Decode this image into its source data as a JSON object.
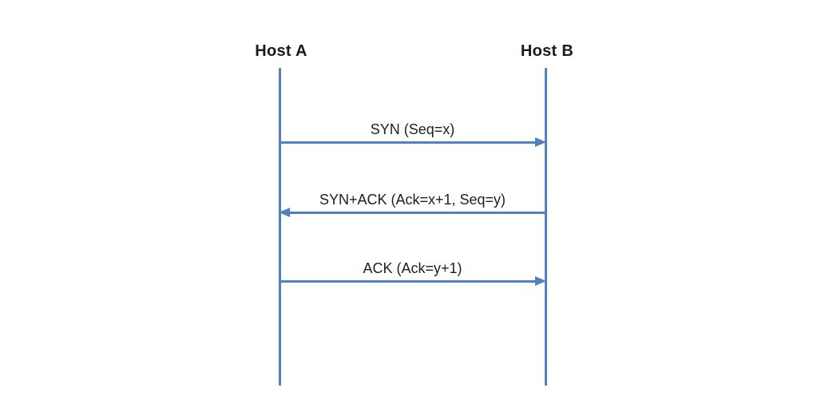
{
  "diagram": {
    "type": "sequence-diagram",
    "colors": {
      "line": "#4f81bd",
      "text": "#1f1f1f",
      "host_label_text": "#1a1a1a",
      "background": "#ffffff"
    }
  },
  "hosts": [
    {
      "label": "Host A"
    },
    {
      "label": "Host B"
    }
  ],
  "messages": [
    {
      "label": "SYN (Seq=x)",
      "from": "Host A",
      "to": "Host B",
      "direction": "right"
    },
    {
      "label": "SYN+ACK (Ack=x+1, Seq=y)",
      "from": "Host B",
      "to": "Host A",
      "direction": "left"
    },
    {
      "label": "ACK (Ack=y+1)",
      "from": "Host A",
      "to": "Host B",
      "direction": "right"
    }
  ]
}
